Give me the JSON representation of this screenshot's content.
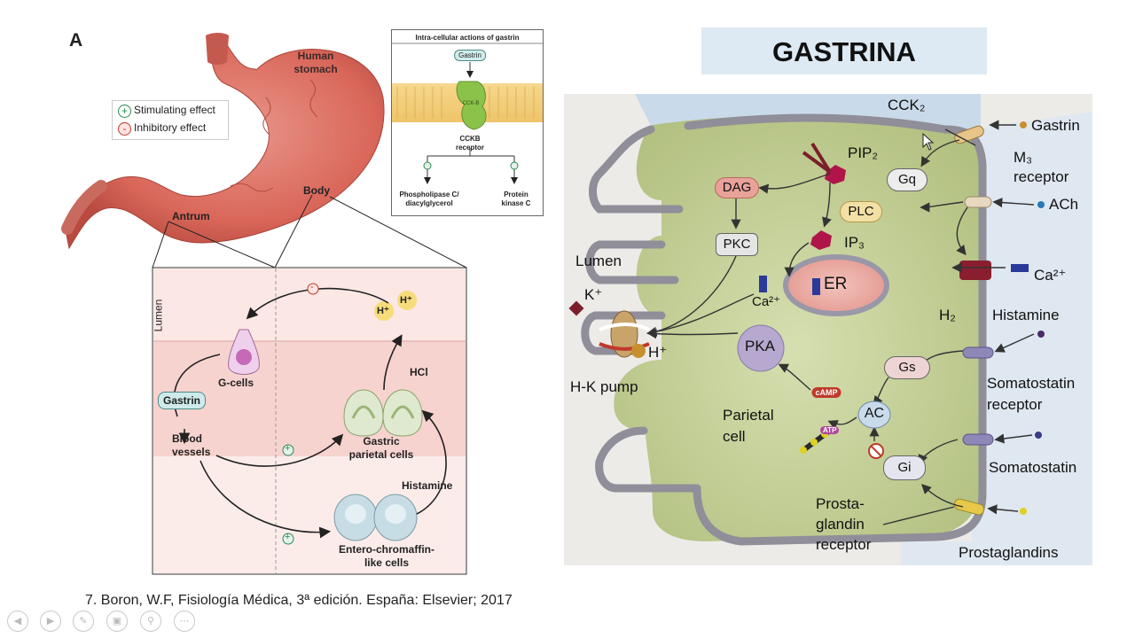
{
  "slide": {
    "title": "GASTRINA",
    "citation": "7. Boron, W.F, Fisiología Médica, 3ª edición. España: Elsevier; 2017"
  },
  "left_figure": {
    "panel_label": "A",
    "stomach_label": "Human\nstomach",
    "region_body": "Body",
    "region_antrum": "Antrum",
    "legend": {
      "stimulating": "Stimulating effect",
      "inhibitory": "Inhibitory effect",
      "plus_symbol": "+",
      "minus_symbol": "-"
    },
    "inset": {
      "title": "Intra-cellular actions of gastrin",
      "ligand": "Gastrin",
      "receptor_tag": "CCK-B",
      "receptor_label": "CCKB\nreceptor",
      "output_left": "Phospholipase C/\ndiacylglycerol",
      "output_right": "Protein\nkinase C"
    },
    "detail": {
      "lumen": "Lumen",
      "g_cells": "G-cells",
      "gastrin": "Gastrin",
      "blood_vessels": "Blood\nvessels",
      "parietal": "Gastric\nparietal cells",
      "ecl": "Entero-chromaffin-\nlike cells",
      "histamine": "Histamine",
      "hcl": "HCl",
      "proton": "H⁺"
    }
  },
  "right_figure": {
    "cck2": "CCK₂",
    "gastrin": "Gastrin",
    "m3_receptor": "M₃\nreceptor",
    "ach": "ACh",
    "pip2": "PIP₂",
    "gq": "Gq",
    "dag": "DAG",
    "plc": "PLC",
    "pkc": "PKC",
    "ip3": "IP₃",
    "er": "ER",
    "ca": "Ca²⁺",
    "lumen": "Lumen",
    "k": "K⁺",
    "h": "H⁺",
    "hk_pump": "H-K pump",
    "pka": "PKA",
    "h2": "H₂",
    "histamine": "Histamine",
    "gs": "Gs",
    "camp": "cAMP",
    "ac": "AC",
    "atp": "ATP",
    "parietal_cell": "Parietal\ncell",
    "somatostatin_receptor": "Somatostatin\nreceptor",
    "somatostatin": "Somatostatin",
    "gi": "Gi",
    "prosta_receptor": "Prosta-\nglandin\nreceptor",
    "prostaglandins": "Prostaglandins"
  },
  "colors": {
    "title_bg": "#dde9f3",
    "cell_fill": "#bcc98e",
    "stomach": "#d9675a",
    "membrane": "#8f8e99",
    "stim_green": "#2c8a52",
    "inhib_red": "#c0392b"
  },
  "navigation": {
    "icons": [
      "back-arrow-icon",
      "forward-arrow-icon",
      "pen-icon",
      "slides-icon",
      "zoom-icon",
      "more-icon"
    ]
  }
}
